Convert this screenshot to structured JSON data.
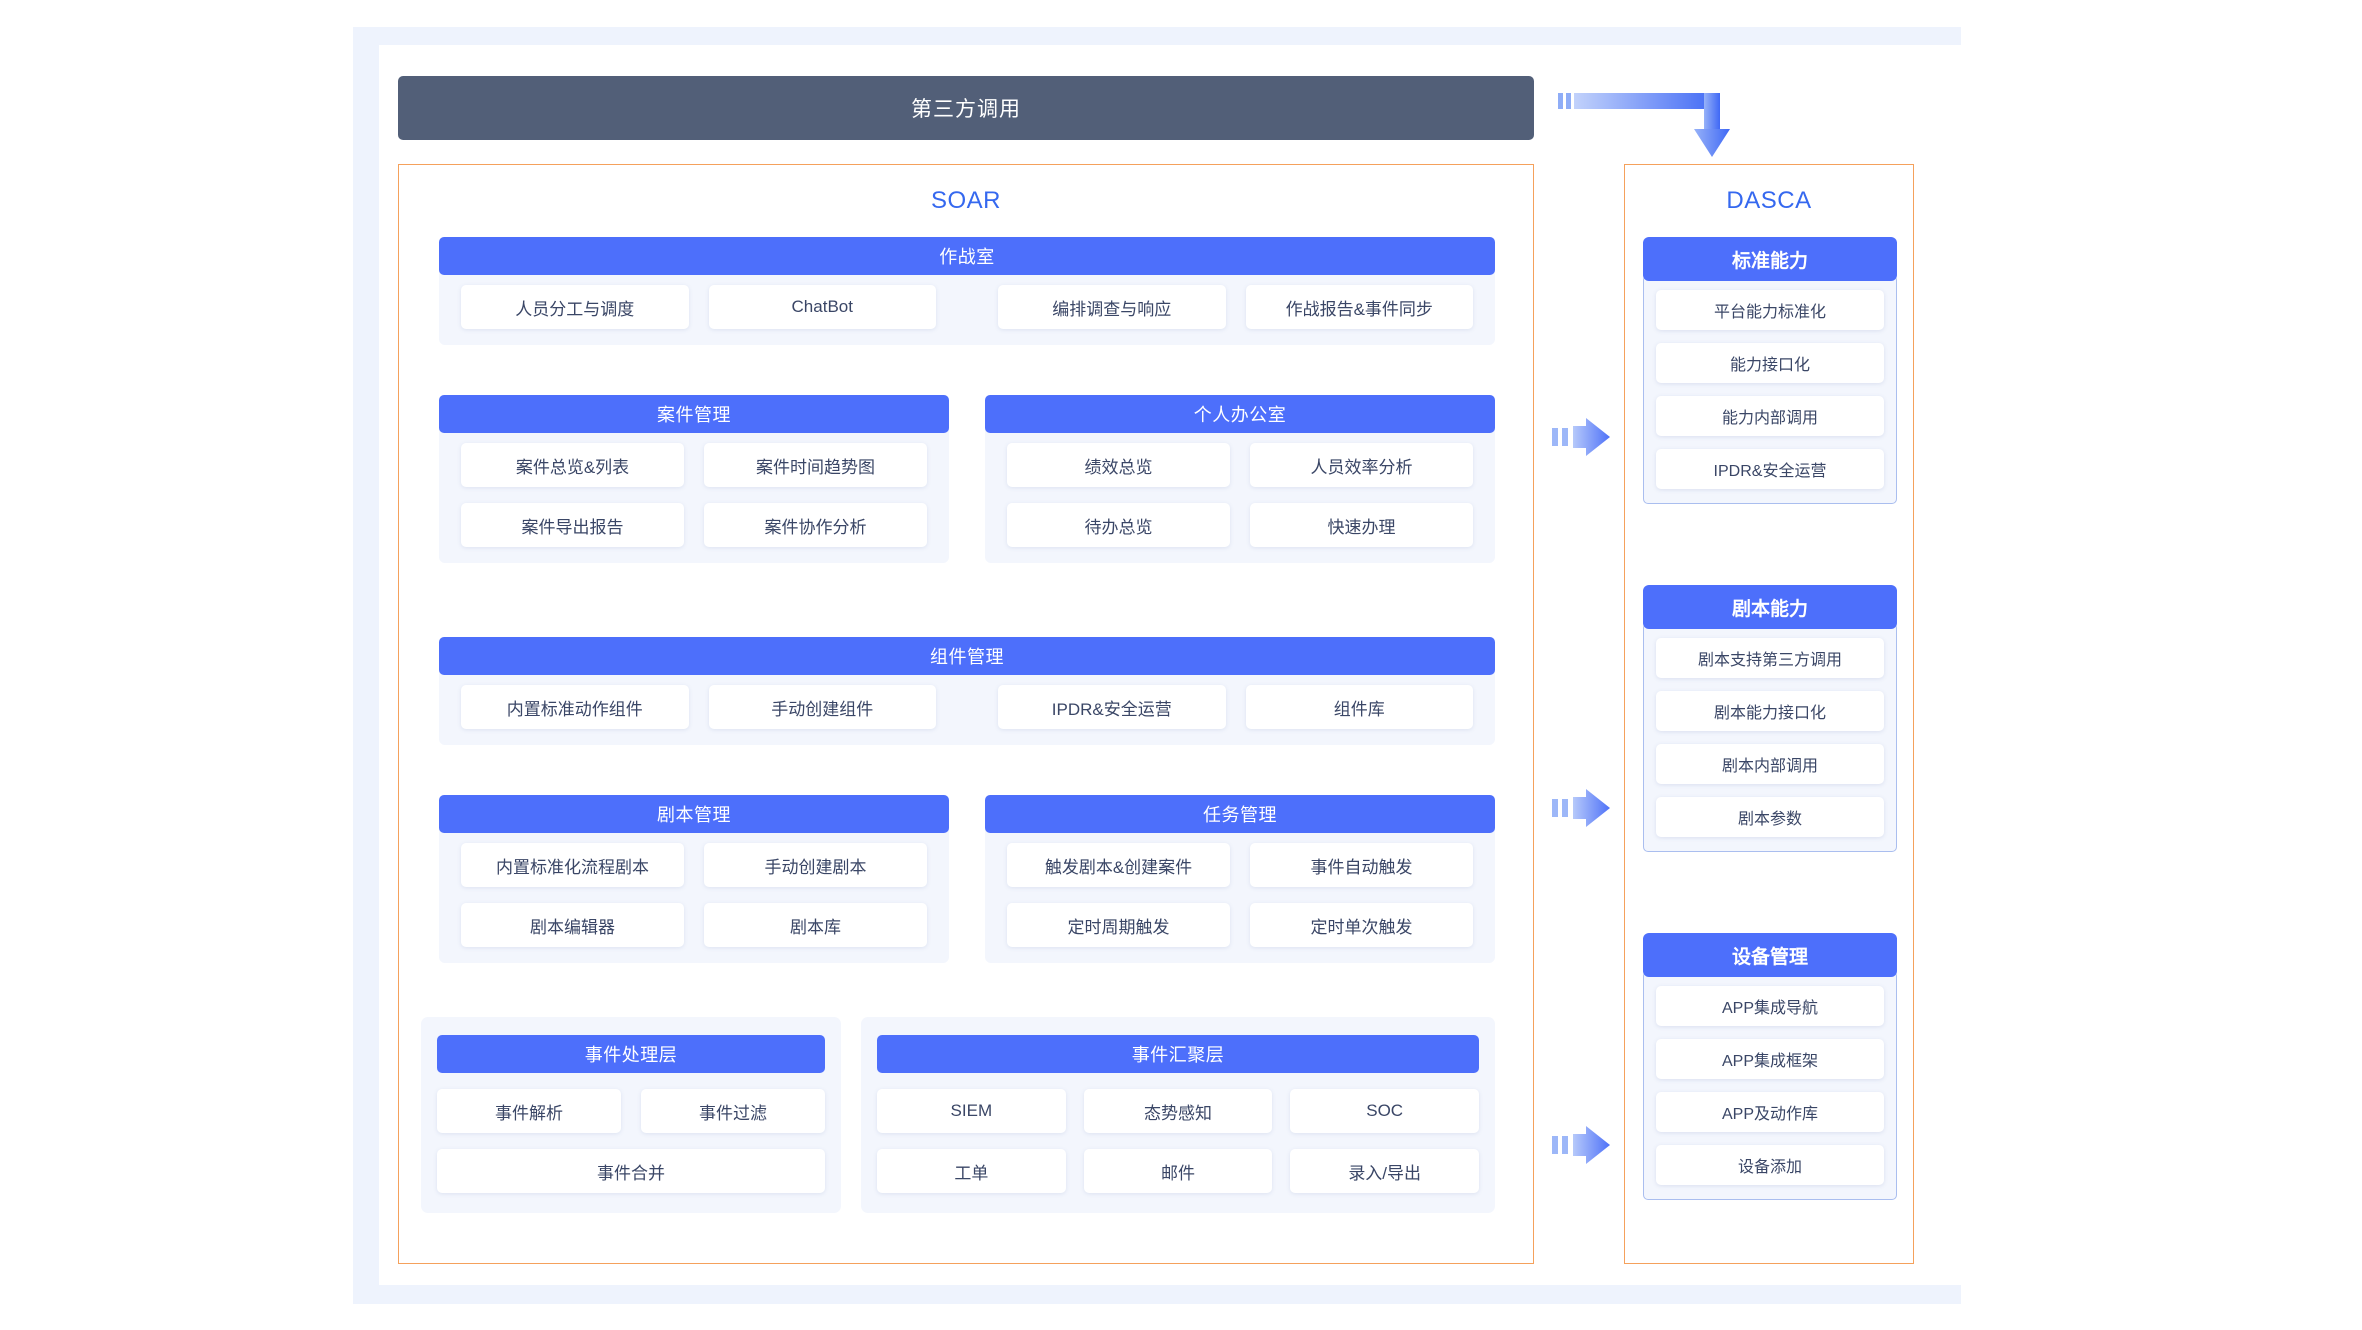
{
  "header": {
    "third_party_label": "第三方调用"
  },
  "soar": {
    "title": "SOAR",
    "blocks": [
      {
        "id": "warroom",
        "head": "作战室",
        "items": [
          "人员分工与调度",
          "ChatBot",
          "编排调查与响应",
          "作战报告&事件同步"
        ]
      },
      {
        "id": "case-management",
        "head": "案件管理",
        "items": [
          "案件总览&列表",
          "案件时间趋势图",
          "案件导出报告",
          "案件协作分析"
        ]
      },
      {
        "id": "personal-office",
        "head": "个人办公室",
        "items": [
          "绩效总览",
          "人员效率分析",
          "待办总览",
          "快速办理"
        ]
      },
      {
        "id": "component-management",
        "head": "组件管理",
        "items": [
          "内置标准动作组件",
          "手动创建组件",
          "IPDR&安全运营",
          "组件库"
        ]
      },
      {
        "id": "playbook-management",
        "head": "剧本管理",
        "items": [
          "内置标准化流程剧本",
          "手动创建剧本",
          "剧本编辑器",
          "剧本库"
        ]
      },
      {
        "id": "task-management",
        "head": "任务管理",
        "items": [
          "触发剧本&创建案件",
          "事件自动触发",
          "定时周期触发",
          "定时单次触发"
        ]
      },
      {
        "id": "event-processing",
        "head": "事件处理层",
        "items": [
          "事件解析",
          "事件过滤",
          "事件合并"
        ]
      },
      {
        "id": "event-aggregation",
        "head": "事件汇聚层",
        "items": [
          "SIEM",
          "态势感知",
          "SOC",
          "工单",
          "邮件",
          "录入/导出"
        ]
      }
    ]
  },
  "dasca": {
    "title": "DASCA",
    "groups": [
      {
        "id": "standard-capability",
        "head": "标准能力",
        "items": [
          "平台能力标准化",
          "能力接口化",
          "能力内部调用",
          "IPDR&安全运营"
        ]
      },
      {
        "id": "playbook-capability",
        "head": "剧本能力",
        "items": [
          "剧本支持第三方调用",
          "剧本能力接口化",
          "剧本内部调用",
          "剧本参数"
        ]
      },
      {
        "id": "device-management",
        "head": "设备管理",
        "items": [
          "APP集成导航",
          "APP集成框架",
          "APP及动作库",
          "设备添加"
        ]
      }
    ]
  },
  "colors": {
    "accent_blue": "#4d6ffb",
    "title_blue": "#3568ef",
    "frame_orange": "#f5a15c",
    "dark_bar": "#525f78",
    "tint": "#f3f6fd",
    "band": "#eef3fd",
    "text": "#3a4666"
  },
  "connectors": {
    "elbow_label": "third-party-to-dasca",
    "arrow_labels": [
      "soar-to-standard-capability",
      "soar-to-playbook-capability",
      "soar-to-device-management"
    ]
  }
}
